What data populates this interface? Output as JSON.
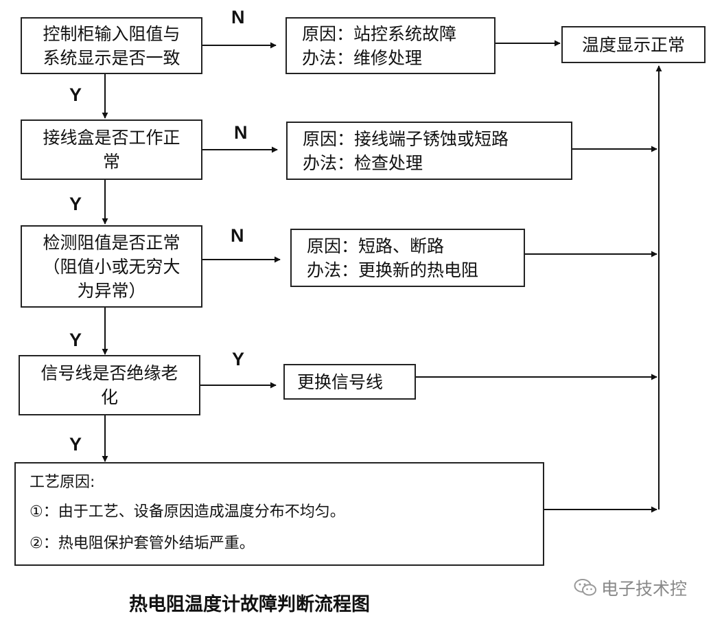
{
  "title": "热电阻温度计故障判断流程图",
  "watermark": "电子技术控",
  "branch_labels": {
    "no": "N",
    "yes": "Y"
  },
  "decisions": [
    {
      "lines": [
        "控制柜输入阻值与",
        "系统显示是否一致"
      ]
    },
    {
      "lines": [
        "接线盒是否工作正",
        "常"
      ]
    },
    {
      "lines": [
        "检测阻值是否正常",
        "（阻值小或无穷大",
        "为异常）"
      ]
    },
    {
      "lines": [
        "信号线是否绝缘老",
        "化"
      ]
    }
  ],
  "actions": [
    {
      "lines": [
        "原因：站控系统故障",
        "办法：维修处理"
      ]
    },
    {
      "lines": [
        "原因：接线端子锈蚀或短路",
        "办法：检查处理"
      ]
    },
    {
      "lines": [
        "原因：短路、断路",
        "办法：更换新的热电阻"
      ]
    },
    {
      "lines": [
        "更换信号线"
      ]
    }
  ],
  "result": "温度显示正常",
  "process": {
    "heading": "工艺原因:",
    "items": [
      "①：由于工艺、设备原因造成温度分布不均匀。",
      "②：热电阻保护套管外结垢严重。"
    ]
  }
}
